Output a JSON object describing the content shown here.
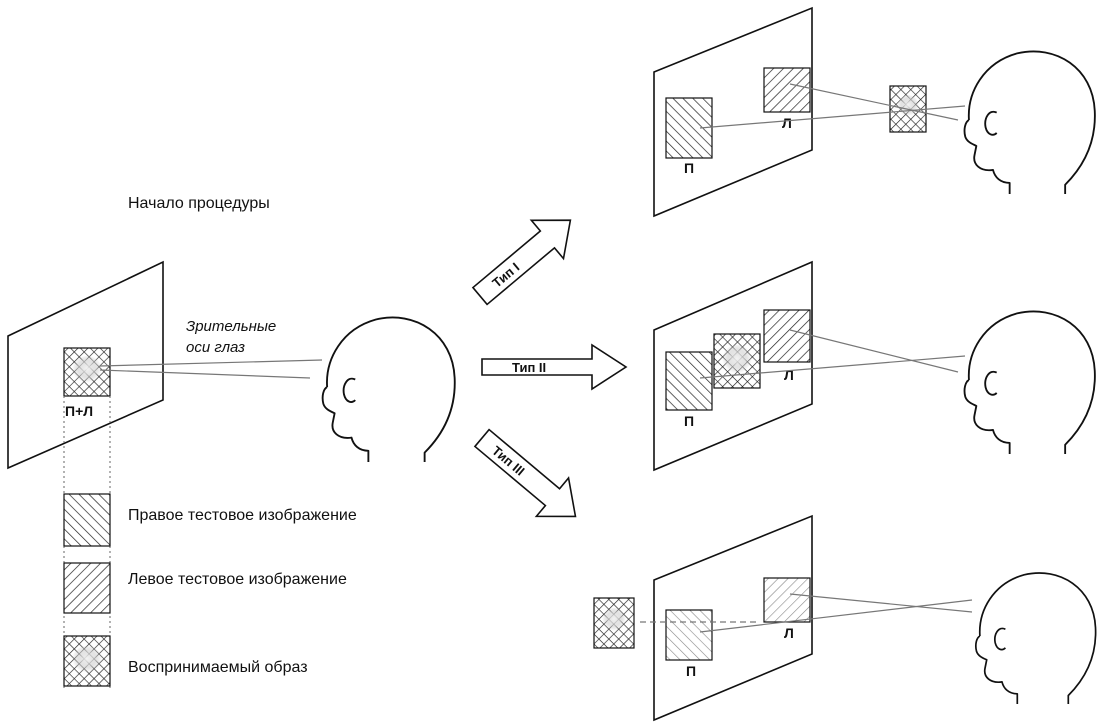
{
  "title": "Начало процедуры",
  "axes_label": [
    "Зрительные",
    "оси глаз"
  ],
  "combined_mark": "П+Л",
  "right_mark": "П",
  "left_mark": "Л",
  "legend": {
    "right_image": "Правое тестовое изображение",
    "left_image": "Левое тестовое изображение",
    "perceived": "Воспринимаемый образ"
  },
  "arrows": {
    "type1": "Тип I",
    "type2": "Тип II",
    "type3": "Тип III"
  }
}
